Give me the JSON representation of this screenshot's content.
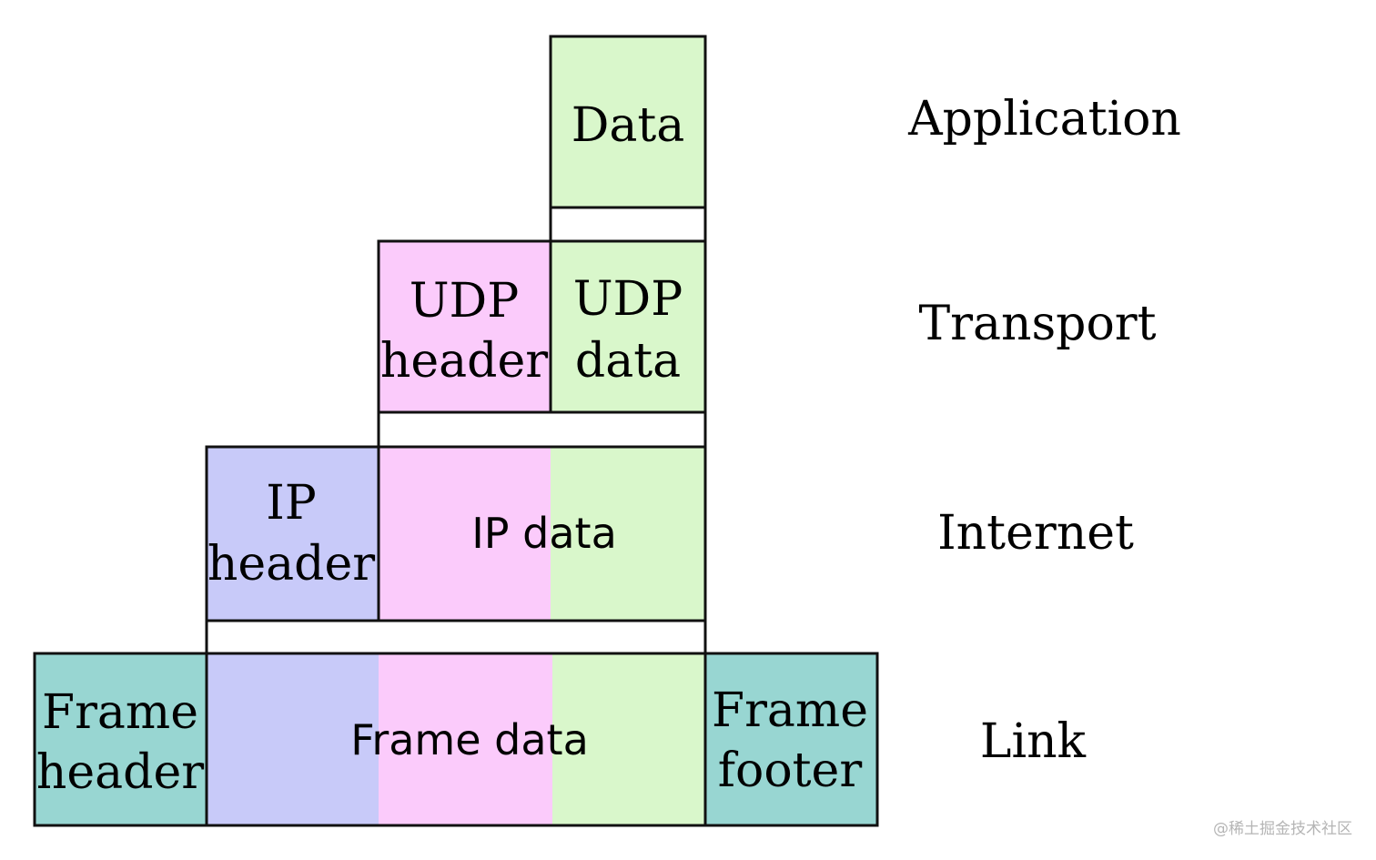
{
  "colors": {
    "data_green": "#d9f7cb",
    "udp_pink": "#fbcbfb",
    "ip_blue": "#c8caf9",
    "frame_teal": "#98d6d2",
    "stroke": "#111111",
    "text": "#000000",
    "watermark": "#b5b5b5"
  },
  "layers": {
    "application": "Application",
    "transport": "Transport",
    "internet": "Internet",
    "link": "Link"
  },
  "application": {
    "data": "Data"
  },
  "transport": {
    "udp_header_line1": "UDP",
    "udp_header_line2": "header",
    "udp_data_line1": "UDP",
    "udp_data_line2": "data"
  },
  "internet": {
    "ip_header_line1": "IP",
    "ip_header_line2": "header",
    "ip_data": "IP data"
  },
  "link": {
    "frame_header_line1": "Frame",
    "frame_header_line2": "header",
    "frame_data": "Frame data",
    "frame_footer_line1": "Frame",
    "frame_footer_line2": "footer"
  },
  "watermark": "@稀土掘金技术社区"
}
